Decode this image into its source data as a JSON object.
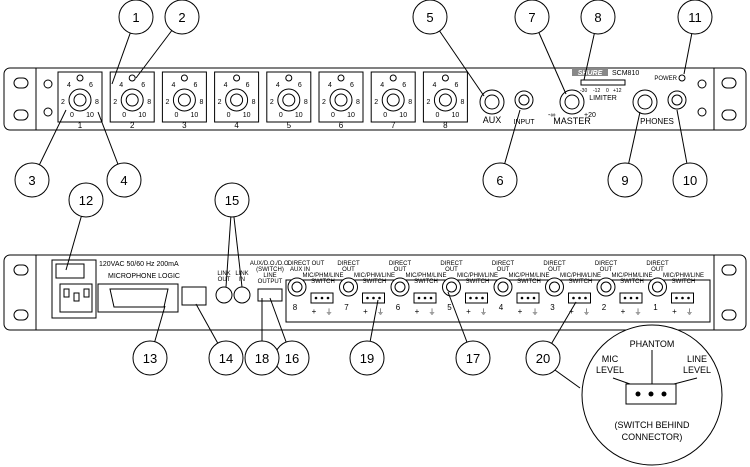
{
  "front": {
    "brand": "SHURE",
    "model": "SCM810",
    "channel_numbers": [
      "1",
      "2",
      "3",
      "4",
      "5",
      "6",
      "7",
      "8"
    ],
    "gain_scale": [
      "0",
      "2",
      "4",
      "6",
      "8",
      "10"
    ],
    "aux_label": "AUX",
    "input_label": "INPUT",
    "master_label": "MASTER",
    "master_min": "-∞",
    "master_max": "+20",
    "limiter_label": "LIMITER",
    "limiter_scale": [
      "-30",
      "-12",
      "0",
      "+12"
    ],
    "power_label": "POWER",
    "phones_label": "PHONES"
  },
  "rear": {
    "power_rating": "120VAC 50/60 Hz 200mA",
    "logic_label": "MICROPHONE LOGIC",
    "link_out": [
      "LINK",
      "OUT"
    ],
    "link_in": [
      "LINK",
      "IN"
    ],
    "aux_output": [
      "AUX/D.O./D.O.",
      "(SWITCH)",
      "LINE",
      "OUTPUT"
    ],
    "direct_out_aux_in": [
      "DIRECT OUT",
      "AUX IN"
    ],
    "direct_out": [
      "DIRECT",
      "OUT"
    ],
    "switch_label": [
      "MIC/PHM/LINE",
      "SWITCH"
    ],
    "channel_numbers": [
      "8",
      "7",
      "6",
      "5",
      "4",
      "3",
      "2",
      "1"
    ],
    "plus": "+"
  },
  "detail": {
    "phantom": "PHANTOM",
    "mic_level": [
      "MIC",
      "LEVEL"
    ],
    "line_level": [
      "LINE",
      "LEVEL"
    ],
    "note": [
      "(SWITCH BEHIND",
      "CONNECTOR)"
    ]
  },
  "callouts": [
    "1",
    "2",
    "3",
    "4",
    "5",
    "6",
    "7",
    "8",
    "9",
    "10",
    "11",
    "12",
    "13",
    "14",
    "15",
    "16",
    "17",
    "18",
    "19",
    "20"
  ]
}
